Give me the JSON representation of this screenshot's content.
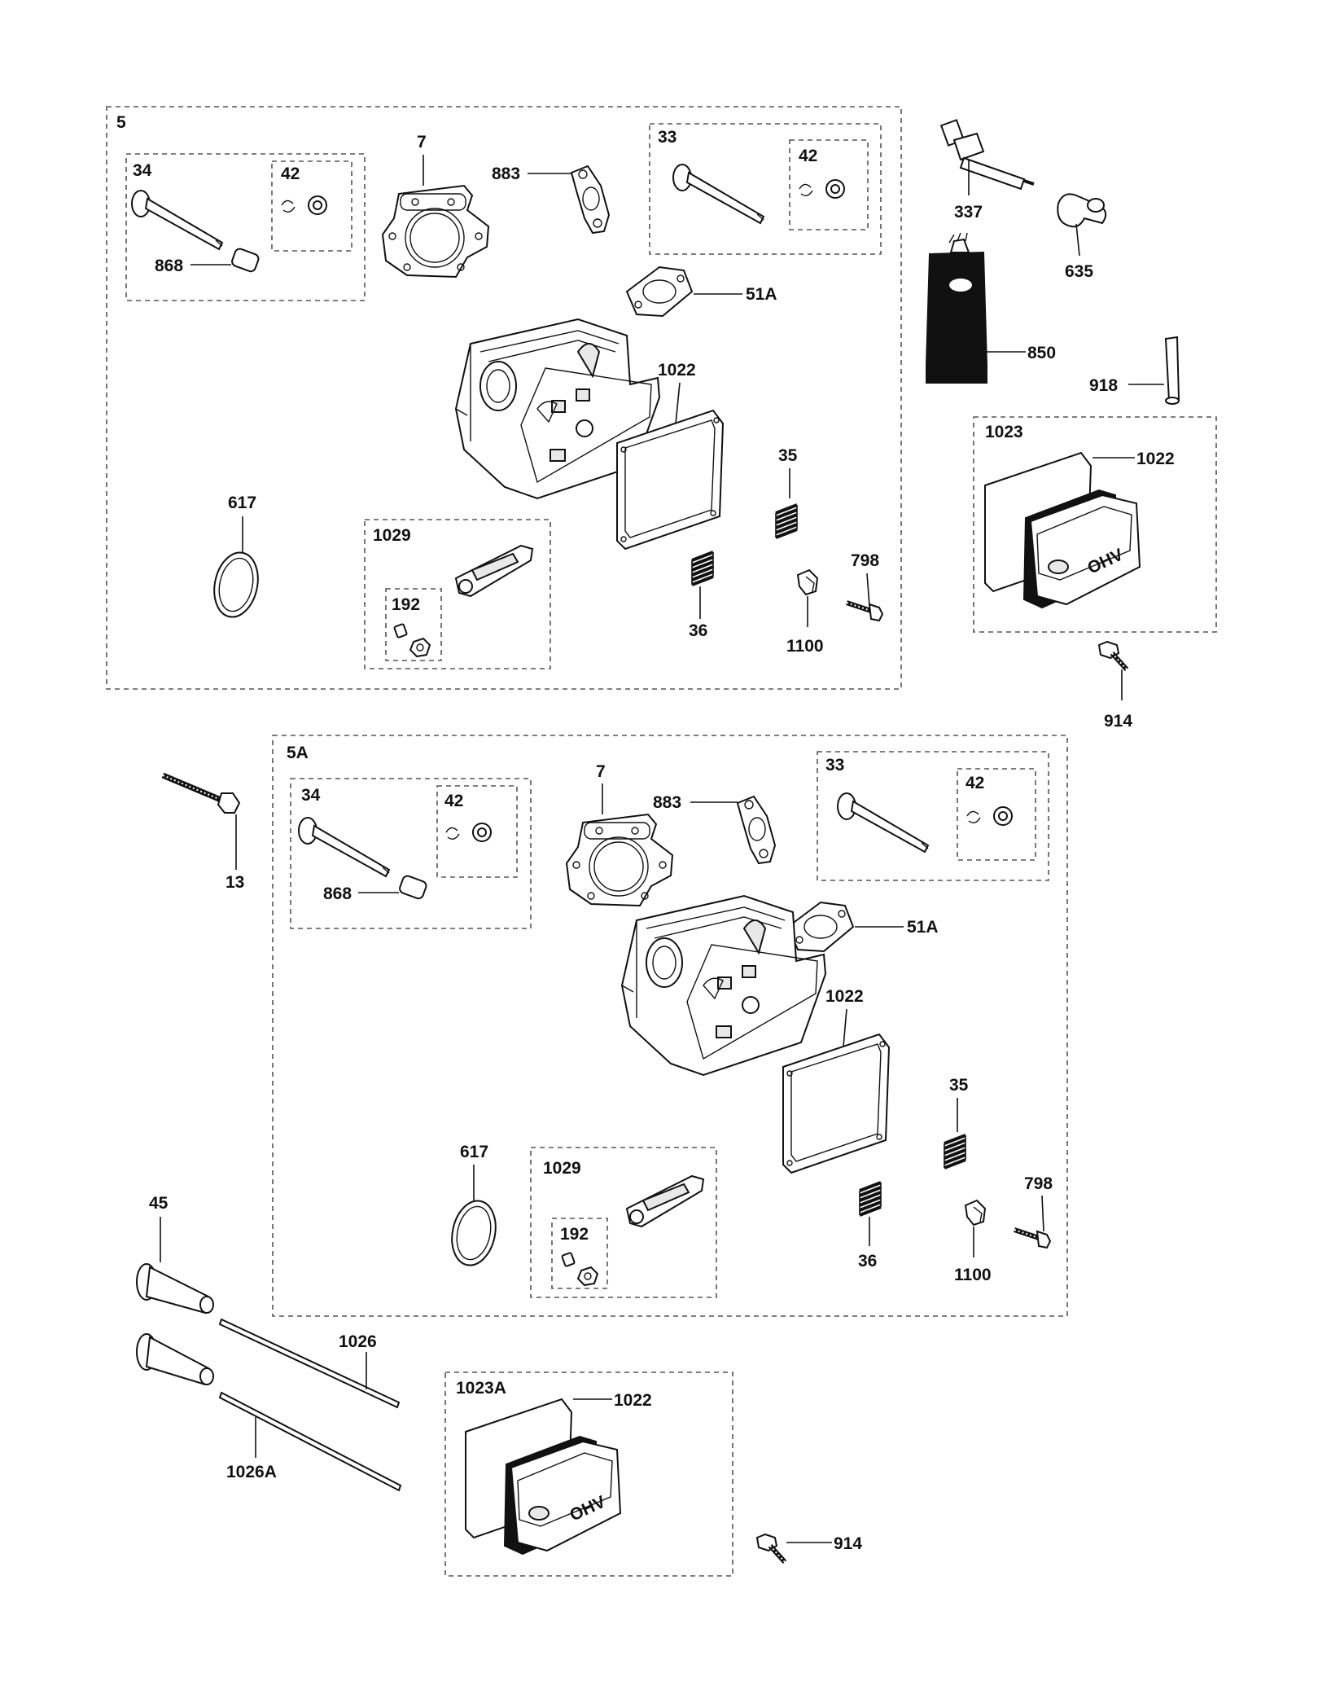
{
  "diagram": {
    "labels": {
      "g5": "5",
      "g5_34": "34",
      "g5_42a": "42",
      "g5_868": "868",
      "g5_7": "7",
      "g5_883": "883",
      "g5_33": "33",
      "g5_42b": "42",
      "g5_51a": "51A",
      "g5_1022": "1022",
      "g5_617": "617",
      "g5_1029": "1029",
      "g5_192": "192",
      "g5_35": "35",
      "g5_36": "36",
      "g5_798": "798",
      "g5_1100": "1100",
      "p337": "337",
      "p635": "635",
      "p850": "850",
      "p918": "918",
      "g1023": "1023",
      "g1023_1022": "1022",
      "p914_top": "914",
      "g5a": "5A",
      "p13": "13",
      "g5a_34": "34",
      "g5a_42a": "42",
      "g5a_868": "868",
      "g5a_7": "7",
      "g5a_883": "883",
      "g5a_33": "33",
      "g5a_42b": "42",
      "g5a_51a": "51A",
      "g5a_1022": "1022",
      "g5a_617": "617",
      "g5a_1029": "1029",
      "g5a_192": "192",
      "g5a_35": "35",
      "g5a_36": "36",
      "g5a_798": "798",
      "g5a_1100": "1100",
      "p45": "45",
      "p1026": "1026",
      "p1026a": "1026A",
      "g1023a": "1023A",
      "g1023a_1022": "1022",
      "p914_bottom": "914"
    },
    "cover_text": "OHV"
  }
}
